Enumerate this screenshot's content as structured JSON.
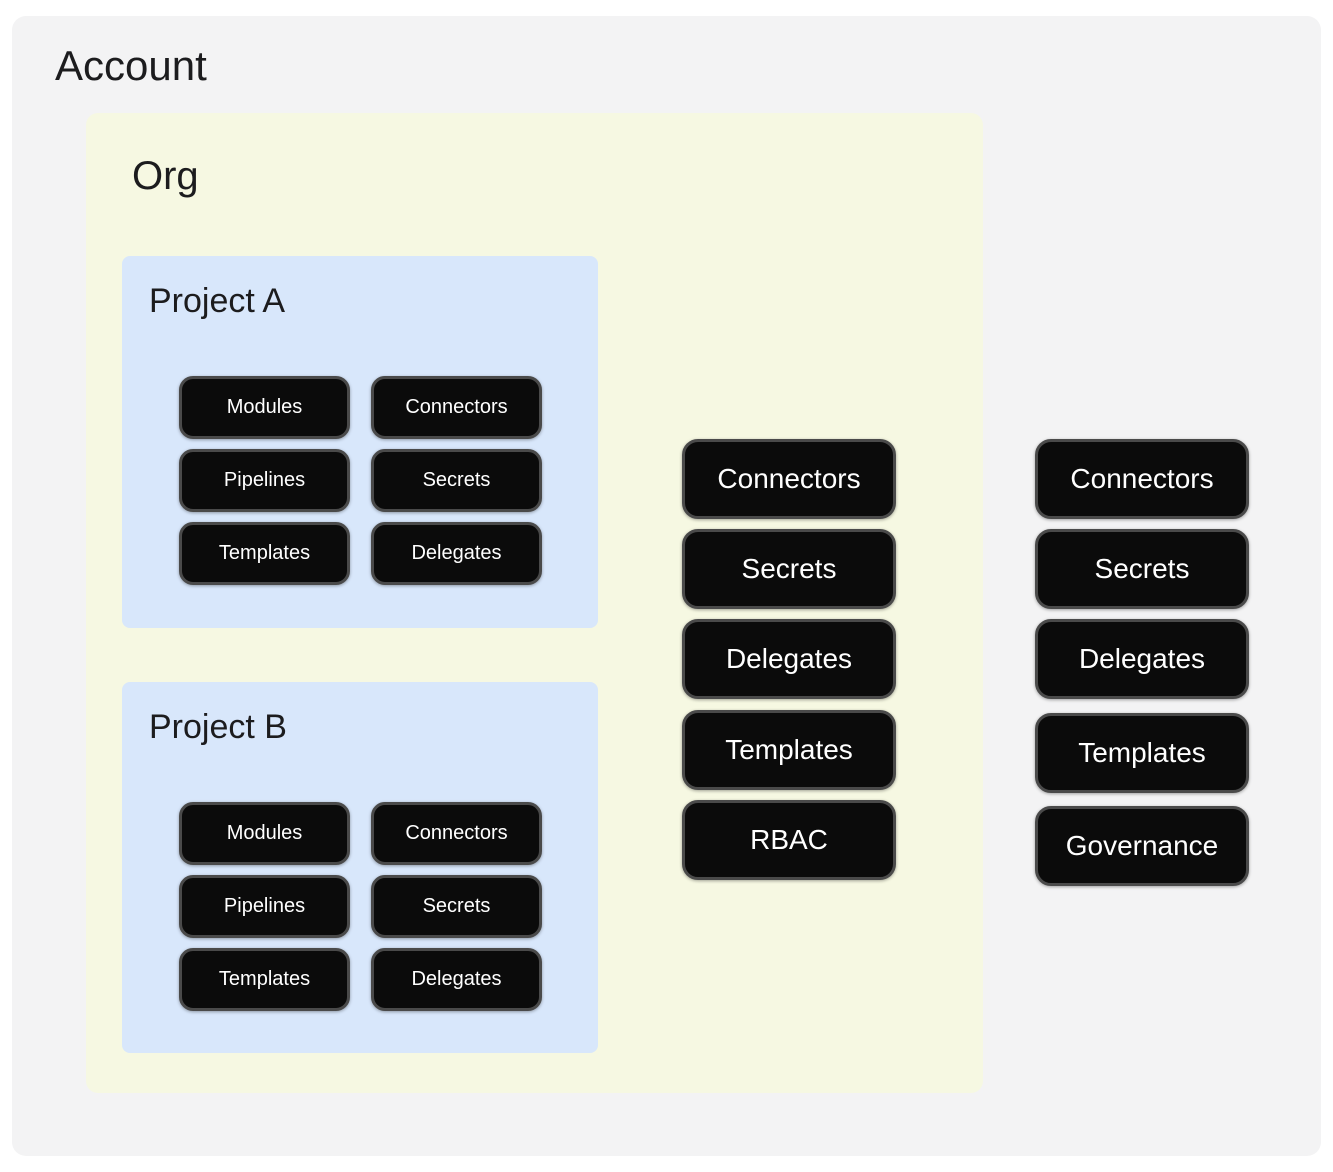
{
  "account": {
    "title": "Account",
    "resources": [
      "Connectors",
      "Secrets",
      "Delegates",
      "Templates",
      "Governance"
    ]
  },
  "org": {
    "title": "Org",
    "resources": [
      "Connectors",
      "Secrets",
      "Delegates",
      "Templates",
      "RBAC"
    ]
  },
  "projects": [
    {
      "title": "Project A",
      "resources": [
        "Modules",
        "Connectors",
        "Pipelines",
        "Secrets",
        "Templates",
        "Delegates"
      ]
    },
    {
      "title": "Project B",
      "resources": [
        "Modules",
        "Connectors",
        "Pipelines",
        "Secrets",
        "Templates",
        "Delegates"
      ]
    }
  ],
  "colors": {
    "account_bg": "#f3f3f4",
    "org_bg": "#f6f8e2",
    "project_bg": "#d8e7fb",
    "pill_bg": "#0b0b0b",
    "pill_border": "#4a4a4a",
    "pill_text": "#ffffff",
    "heading_text": "#1c1c1e"
  }
}
